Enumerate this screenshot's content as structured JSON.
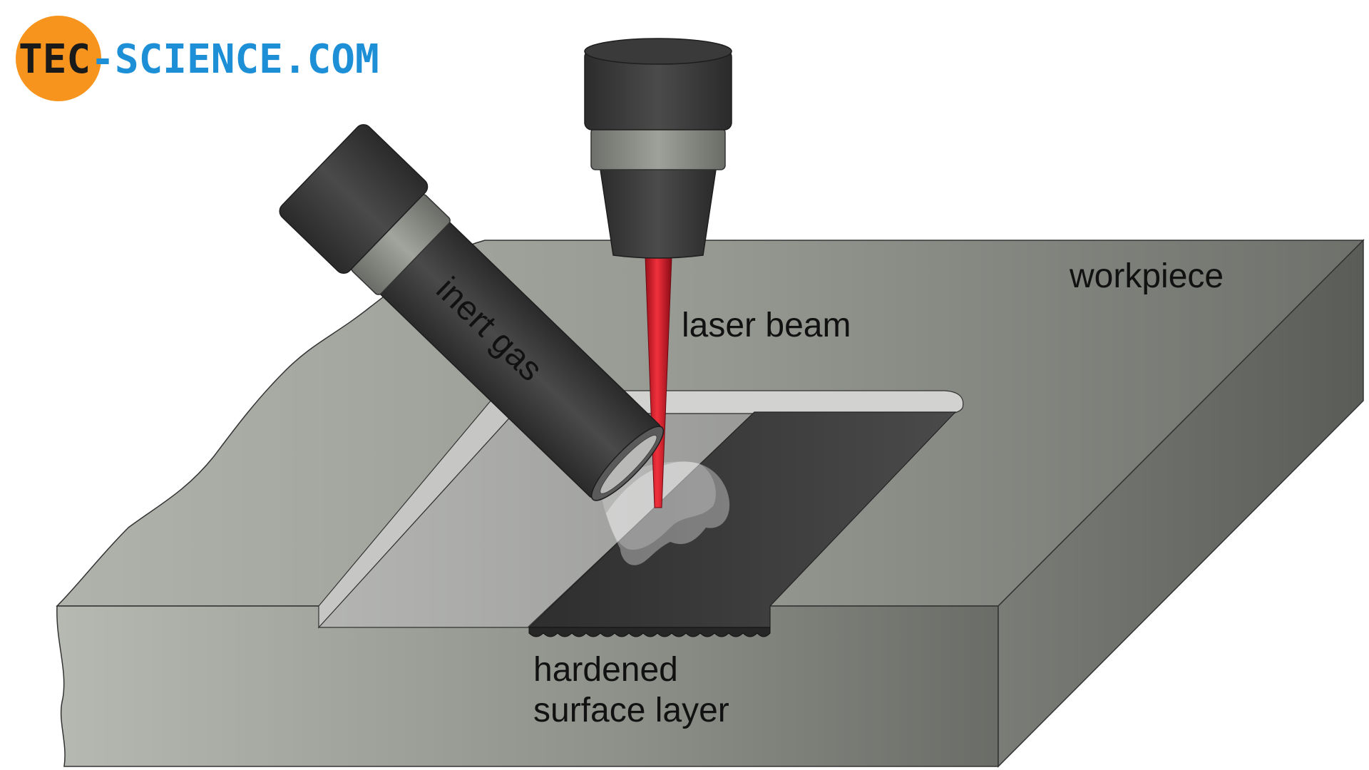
{
  "logo": {
    "prefix": "TEC",
    "suffix": "-SCIENCE.COM",
    "circle_color": "#f7941d",
    "prefix_color": "#1a1a1a",
    "suffix_color": "#1d8fd6"
  },
  "labels": {
    "workpiece": "workpiece",
    "laser_beam": "laser beam",
    "inert_gas": "inert gas",
    "hardened_line1": "hardened",
    "hardened_line2": "surface layer"
  },
  "colors": {
    "laser": "#d6202e",
    "hardened_layer": "#3a3a3a",
    "workpiece_top": "#8f918b",
    "nozzle_dark": "#3e3e3e",
    "nozzle_ring": "#8c8e89"
  }
}
